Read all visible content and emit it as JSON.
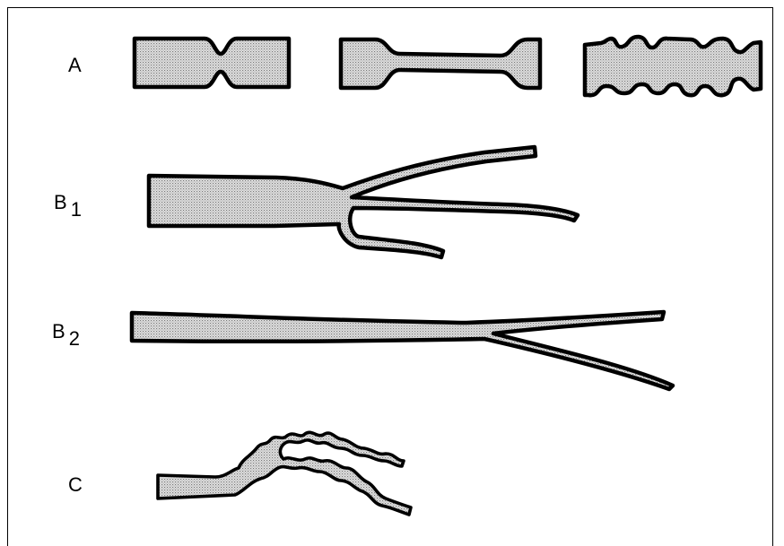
{
  "labels": {
    "a": "A",
    "b1_letter": "B",
    "b1_sub": "1",
    "b2_letter": "B",
    "b2_sub": "2",
    "c": "C"
  },
  "colors": {
    "ink": "#000000",
    "stipple": "#c9c9c9",
    "background": "#ffffff"
  }
}
